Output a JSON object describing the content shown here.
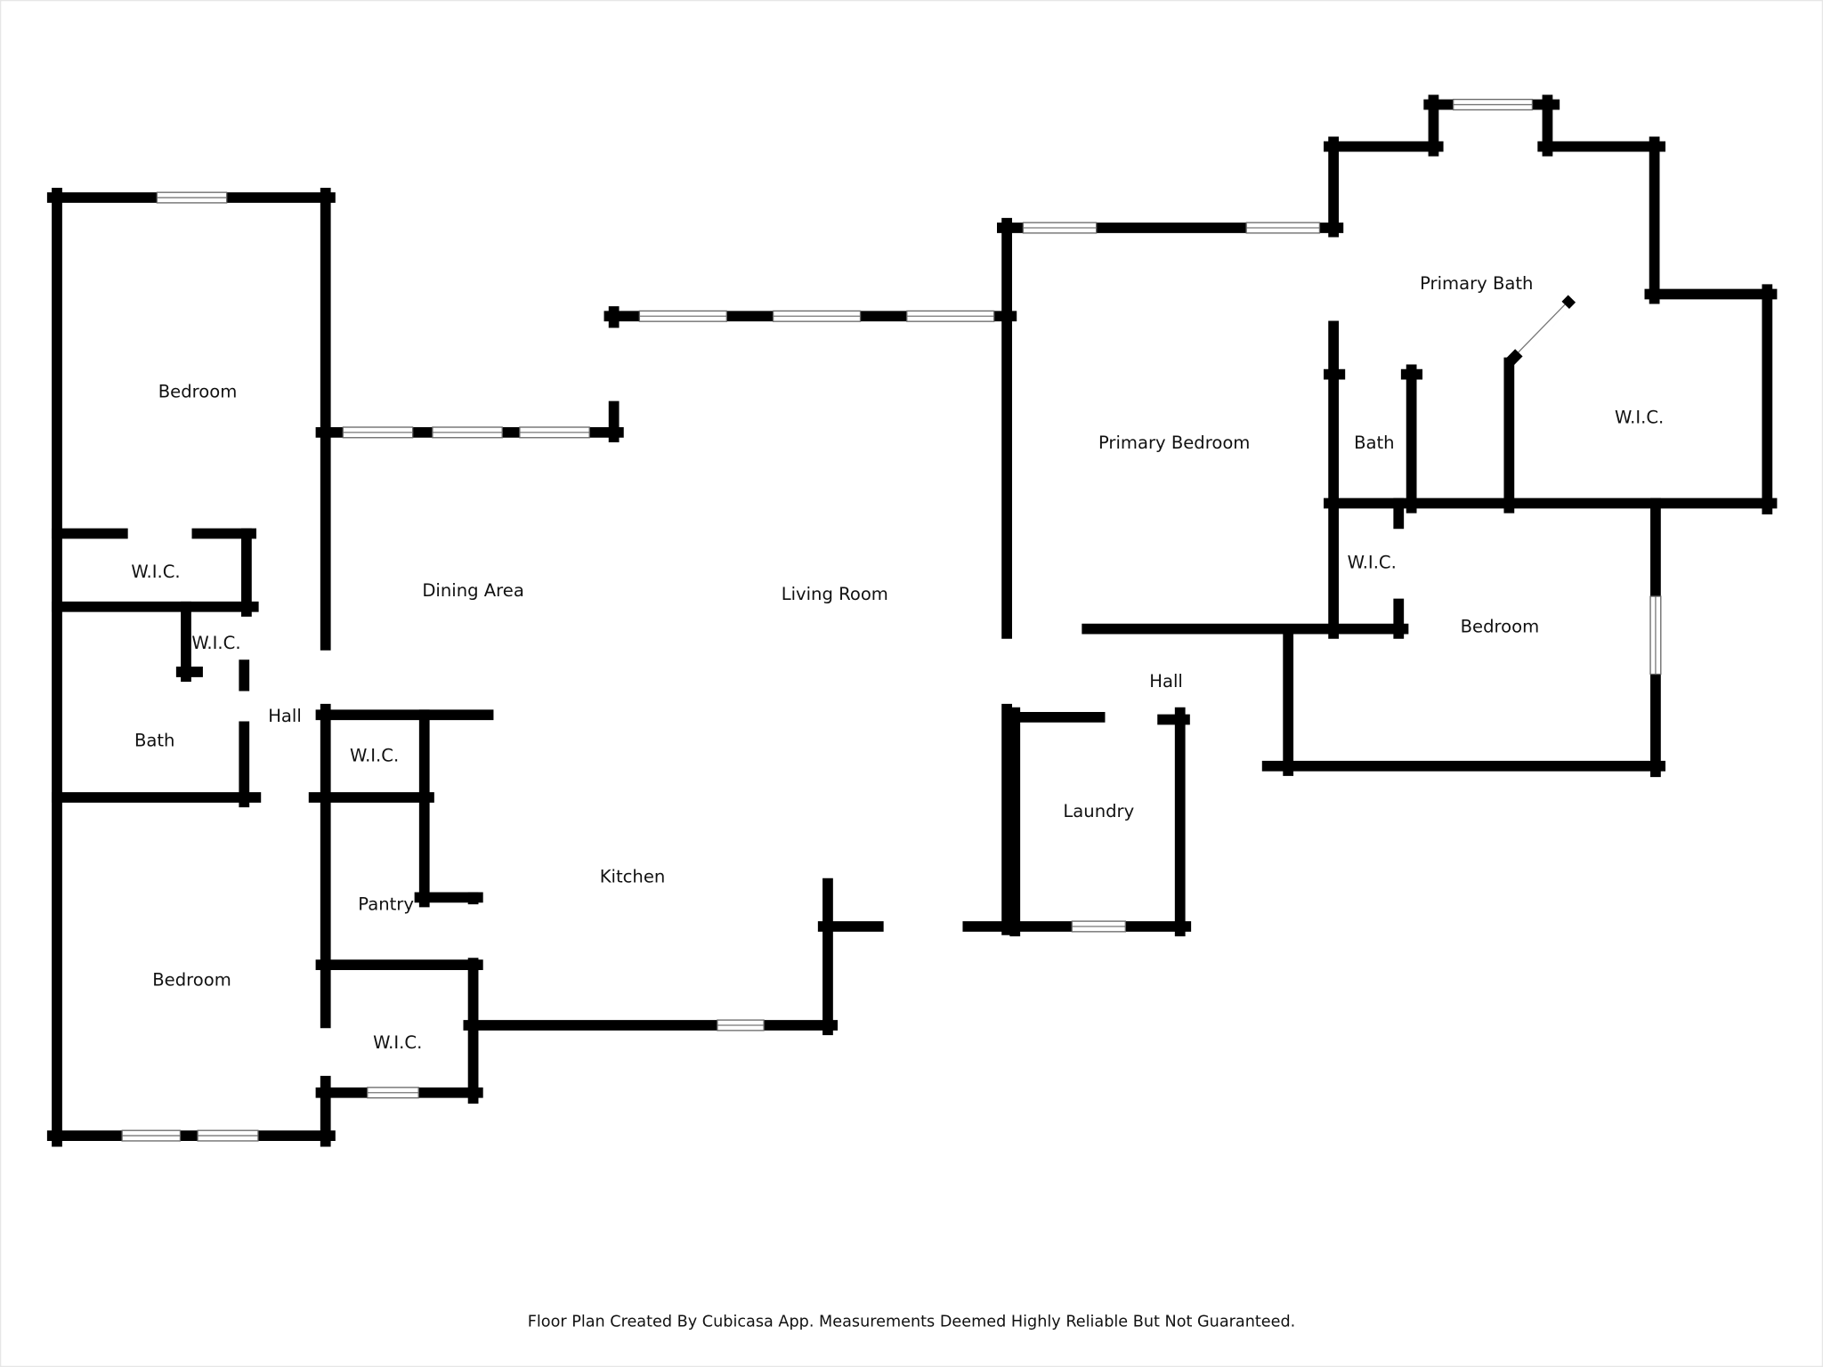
{
  "rooms": {
    "bedroom_upper_left": "Bedroom",
    "wic_left_upper": "W.I.C.",
    "wic_left_small": "W.I.C.",
    "bath_left": "Bath",
    "hall_left": "Hall",
    "bedroom_lower_left": "Bedroom",
    "dining_area": "Dining Area",
    "living_room": "Living Room",
    "wic_center": "W.I.C.",
    "pantry": "Pantry",
    "kitchen": "Kitchen",
    "wic_bottom": "W.I.C.",
    "primary_bedroom": "Primary Bedroom",
    "primary_bath": "Primary Bath",
    "bath_right": "Bath",
    "wic_primary": "W.I.C.",
    "wic_right_small": "W.I.C.",
    "bedroom_right": "Bedroom",
    "hall_right": "Hall",
    "laundry": "Laundry"
  },
  "footer": "Floor Plan Created By Cubicasa App. Measurements Deemed Highly Reliable But Not Guaranteed.",
  "colors": {
    "wall": "#000000",
    "window": "#ffffff",
    "background": "#ffffff"
  }
}
